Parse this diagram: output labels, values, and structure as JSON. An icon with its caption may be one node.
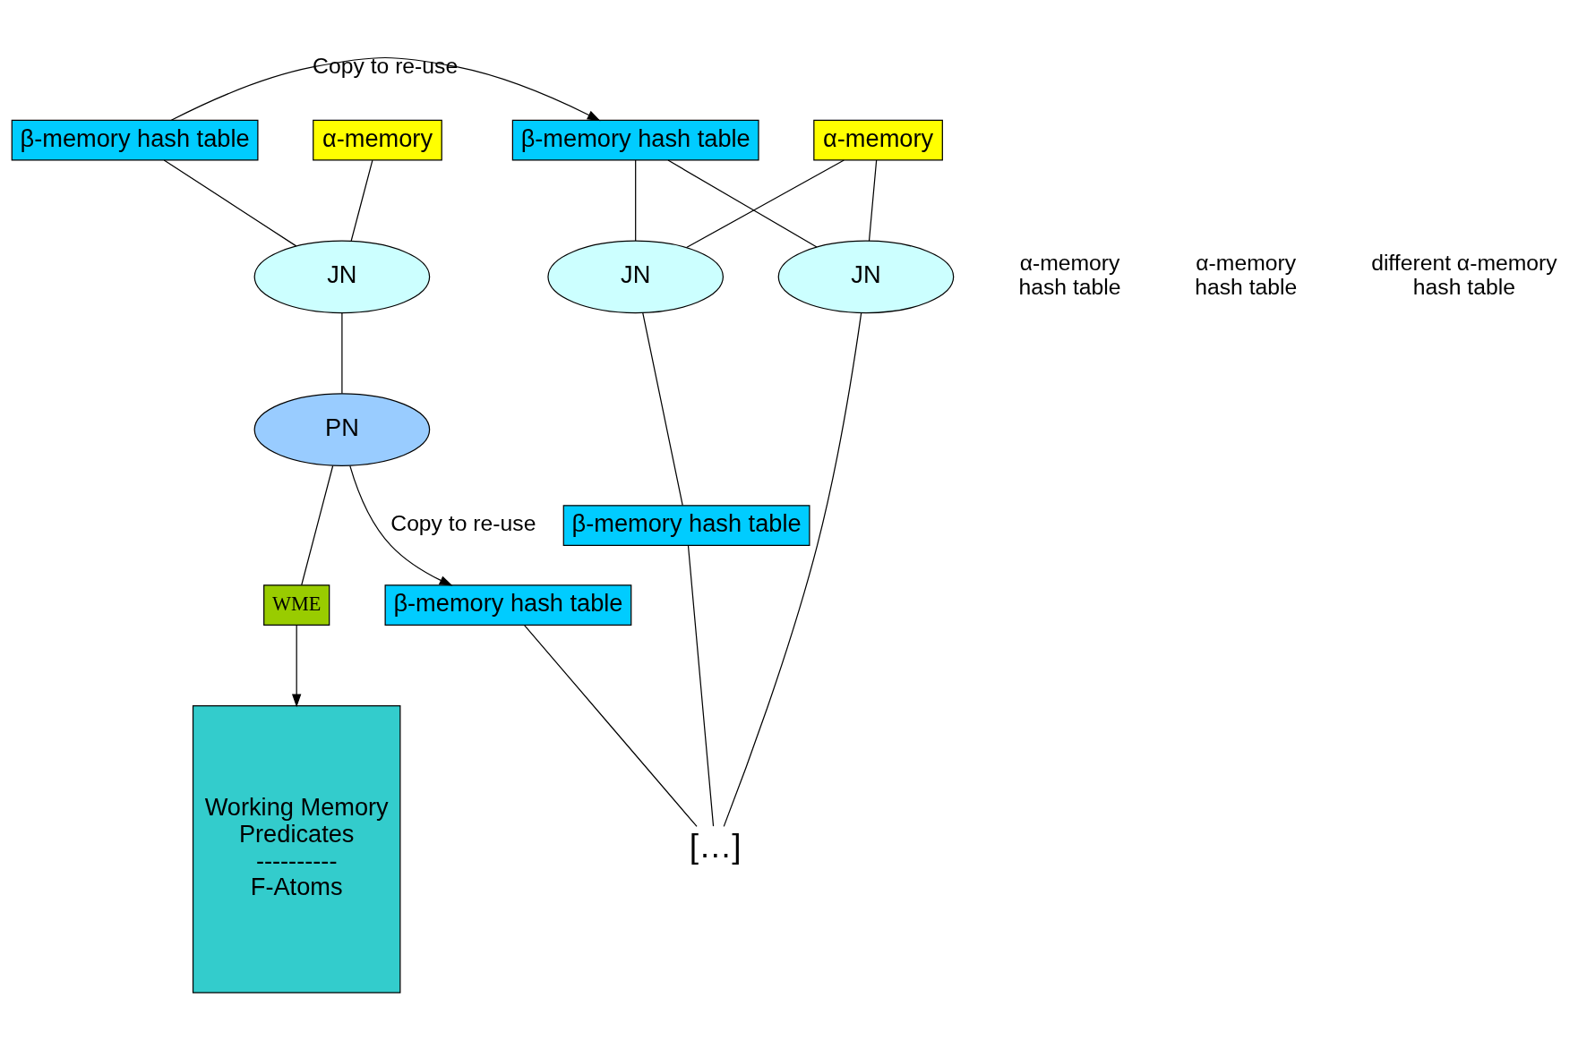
{
  "diagram": {
    "nodes": [
      {
        "text": [
          "β-memory hash table"
        ]
      },
      {
        "text": [
          "β-memory hash table"
        ]
      },
      {
        "text": [
          "α-memory"
        ]
      },
      {
        "text": [
          "α-memory"
        ]
      },
      {
        "text": [
          "Working Memory",
          "Predicates",
          "----------",
          "F-Atoms"
        ]
      },
      {
        "text": [
          "JN"
        ]
      },
      {
        "text": [
          "JN"
        ]
      },
      {
        "text": [
          "JN"
        ]
      },
      {
        "text": [
          "β-memory hash table"
        ]
      },
      {
        "text": [
          "WME"
        ]
      },
      {
        "text": [
          "PN"
        ]
      },
      {
        "text": [
          "β-memory hash table"
        ]
      },
      {
        "text": [
          "[…]"
        ]
      }
    ],
    "edges": [
      {
        "from": 0,
        "to": 1,
        "arrow": "to",
        "label": "Copy to re-use"
      },
      {
        "from": 0,
        "to": 5,
        "arrow": "none"
      },
      {
        "from": 2,
        "to": 5,
        "arrow": "none"
      },
      {
        "from": 1,
        "to": 6,
        "arrow": "none"
      },
      {
        "from": 1,
        "to": 7,
        "arrow": "none"
      },
      {
        "from": 3,
        "to": 6,
        "arrow": "none"
      },
      {
        "from": 3,
        "to": 7,
        "arrow": "none"
      },
      {
        "from": 5,
        "to": 10,
        "arrow": "none"
      },
      {
        "from": 6,
        "to": 8,
        "arrow": "none"
      },
      {
        "from": 7,
        "to": 12,
        "arrow": "none"
      },
      {
        "from": 8,
        "to": 12,
        "arrow": "none"
      },
      {
        "from": 11,
        "to": 12,
        "arrow": "none"
      },
      {
        "from": 10,
        "to": 11,
        "arrow": "to",
        "label": "Copy to re-use"
      },
      {
        "from": 10,
        "to": 9,
        "arrow": "none"
      },
      {
        "from": 9,
        "to": 4,
        "arrow": "to"
      }
    ],
    "labels": [
      "α-memory hash table",
      "α-memory hash table",
      "different α-memory hash table"
    ]
  }
}
